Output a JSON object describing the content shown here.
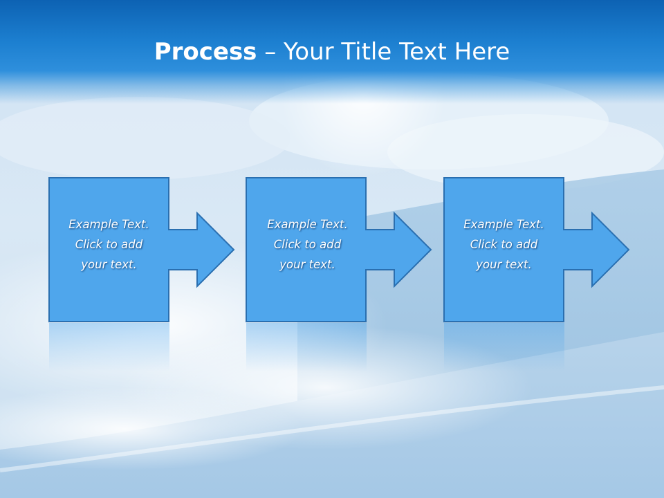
{
  "slide": {
    "title_strong": "Process",
    "title_rest": " – Your Title Text Here"
  },
  "steps": [
    {
      "lines": [
        "Example Text.",
        "Click  to add",
        "your text."
      ]
    },
    {
      "lines": [
        "Example Text.",
        "Click  to add",
        "your text."
      ]
    },
    {
      "lines": [
        "Example Text.",
        "Click  to add",
        "your text."
      ]
    }
  ],
  "colors": {
    "title_bar": "#1c7fd0",
    "box_fill": "#4fa6ec",
    "box_border": "#2a6fb0",
    "text": "#ffffff"
  }
}
